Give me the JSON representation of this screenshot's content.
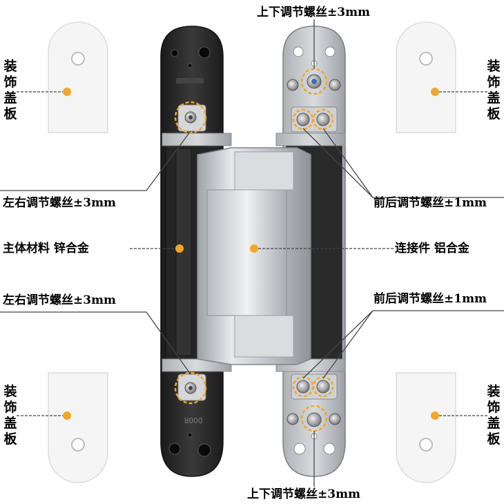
{
  "labels": {
    "top_vertical_adjust": "上下调节螺丝±3mm",
    "bottom_vertical_adjust": "上下调节螺丝±3mm",
    "left_right_adjust_upper": "左右调节螺丝±3mm",
    "left_right_adjust_lower": "左右调节螺丝±3mm",
    "front_back_adjust_upper": "前后调节螺丝±1mm",
    "front_back_adjust_lower": "前后调节螺丝±1mm",
    "main_body_material": "主体材料  锌合金",
    "connector_material": "连接件  铝合金",
    "cover_plate_top_left": "装饰盖板",
    "cover_plate_top_right": "装饰盖板",
    "cover_plate_bottom_left": "装饰盖板",
    "cover_plate_bottom_right": "装饰盖板",
    "door_stamp": "DOOR"
  },
  "colors": {
    "marker": "#f5a623",
    "leader_line": "#444444",
    "zinc_body": "#2a2a2a",
    "aluminum": "#c9cdd2",
    "cover_plate": "#f4f4f4"
  }
}
